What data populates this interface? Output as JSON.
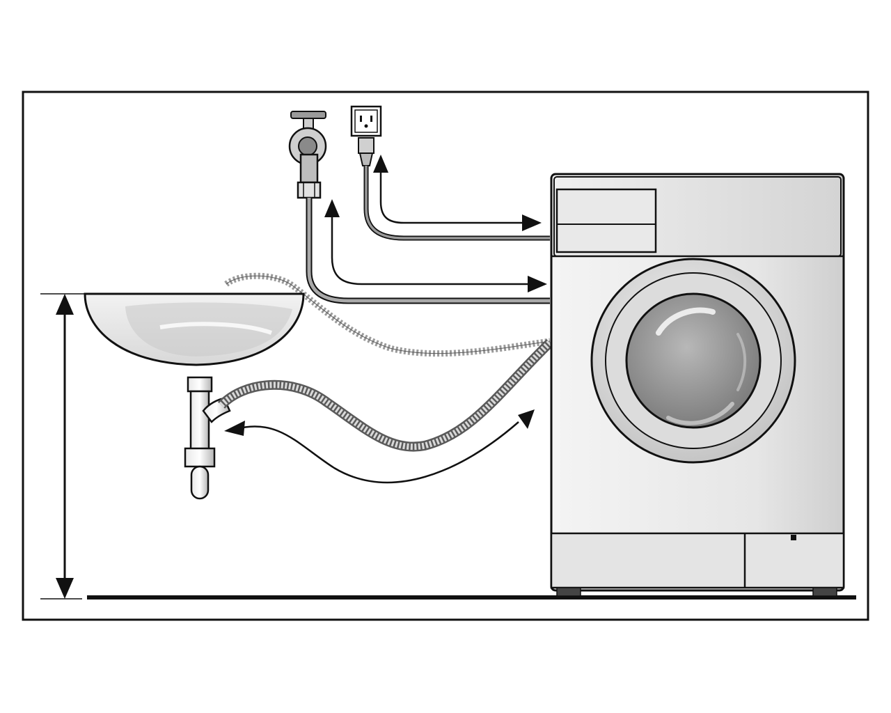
{
  "diagram": {
    "kind": "washing machine installation",
    "colors": {
      "outline": "#111111",
      "machine_body": "#ececec",
      "drum_glass": "#8e8e8e",
      "hose_grey": "#9a9a9a",
      "frame": "#111111"
    },
    "components": [
      "water-tap",
      "power-socket",
      "power-plug",
      "washbasin",
      "drain-pipe",
      "washing-machine",
      "drain-hose",
      "inlet-hose",
      "power-cable",
      "height-arrow"
    ]
  }
}
